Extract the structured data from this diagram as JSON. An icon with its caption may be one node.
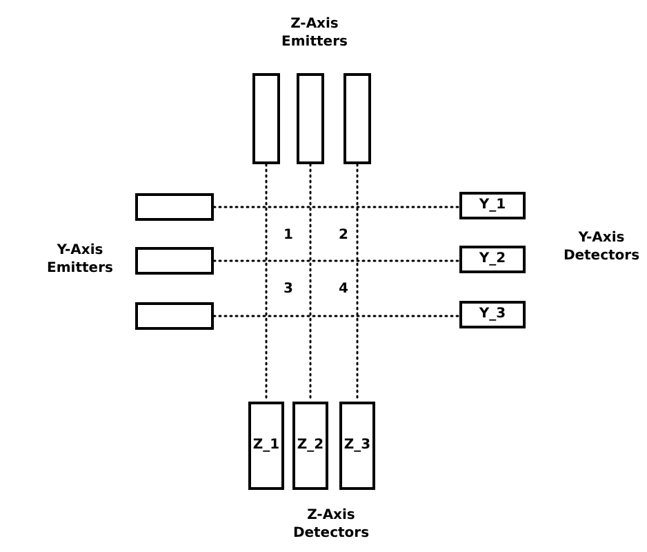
{
  "diagram": {
    "nodes": [
      {
        "text": [],
        "shape": "box"
      },
      {
        "text": [],
        "shape": "box"
      },
      {
        "text": [],
        "shape": "box"
      },
      {
        "text": [],
        "shape": "box"
      },
      {
        "text": [],
        "shape": "box"
      },
      {
        "text": [],
        "shape": "box"
      },
      {
        "text": [
          "Y_1"
        ]
      },
      {
        "text": [
          "Y_2"
        ]
      },
      {
        "text": [
          "Y_3"
        ]
      },
      {
        "text": [
          "Z_1"
        ]
      },
      {
        "text": [
          "Z_2"
        ]
      },
      {
        "text": [
          "Z_3"
        ]
      }
    ],
    "edges": [
      {
        "from": 3,
        "to": 6,
        "arrow": "none",
        "style": "dashed"
      },
      {
        "from": 4,
        "to": 7,
        "arrow": "none",
        "style": "dashed"
      },
      {
        "from": 5,
        "to": 8,
        "arrow": "none",
        "style": "dashed"
      },
      {
        "from": 0,
        "to": 9,
        "arrow": "none",
        "style": "dashed"
      },
      {
        "from": 1,
        "to": 10,
        "arrow": "none",
        "style": "dashed"
      },
      {
        "from": 2,
        "to": 11,
        "arrow": "none",
        "style": "dashed"
      }
    ],
    "labels": [
      "Z-Axis Emitters",
      "Y-Axis Emitters",
      "1",
      "2",
      "Y-Axis Detectors",
      "3",
      "4",
      "Z-Axis Detectors"
    ]
  }
}
